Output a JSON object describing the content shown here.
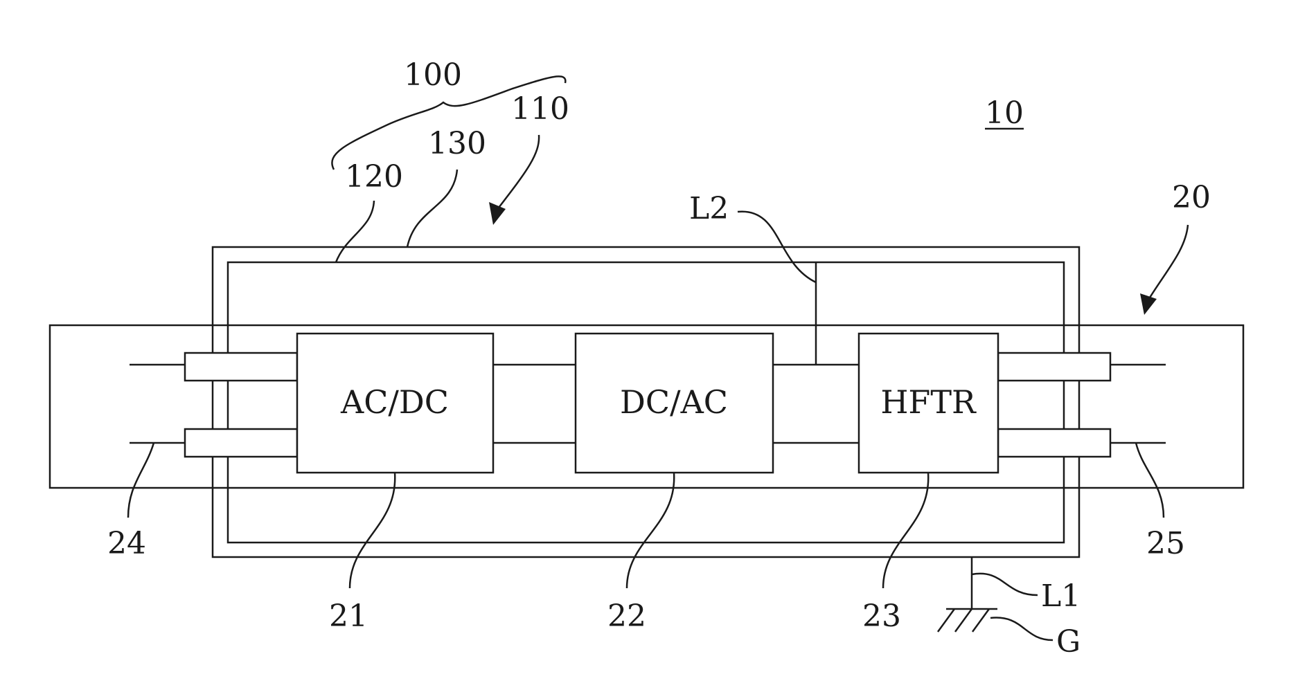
{
  "figure": {
    "ref_main": "10",
    "blocks": {
      "acdc": "AC/DC",
      "dcac": "DC/AC",
      "hftr": "HFTR"
    },
    "refs": {
      "r100": "100",
      "r110": "110",
      "r120": "120",
      "r130": "130",
      "r20": "20",
      "r21": "21",
      "r22": "22",
      "r23": "23",
      "r24": "24",
      "r25": "25",
      "rL1": "L1",
      "rL2": "L2",
      "rG": "G"
    }
  }
}
